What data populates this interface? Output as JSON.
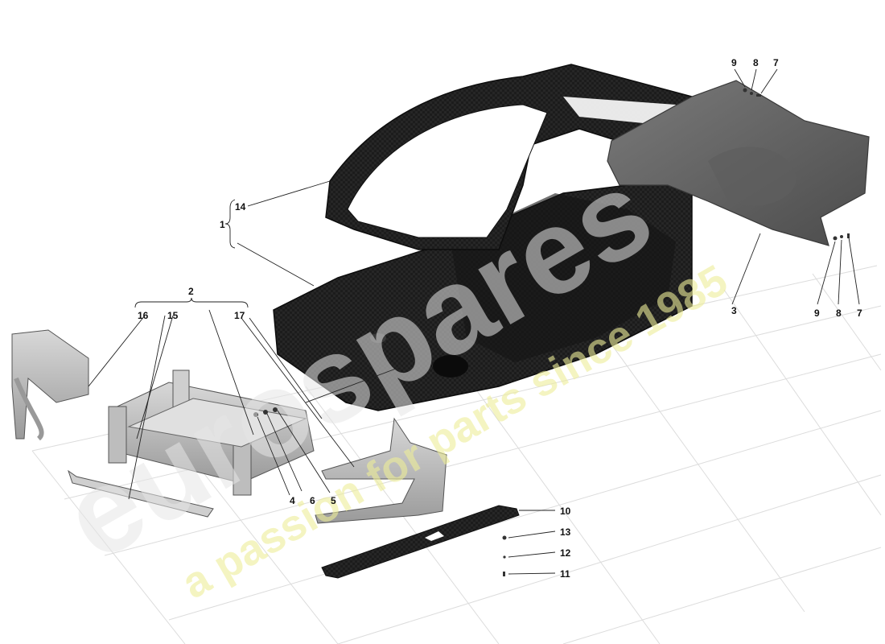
{
  "diagram": {
    "callouts": {
      "c1": "1",
      "c2": "2",
      "c3": "3",
      "c4": "4",
      "c5": "5",
      "c6": "6",
      "c7a": "7",
      "c7b": "7",
      "c8a": "8",
      "c8b": "8",
      "c9a": "9",
      "c9b": "9",
      "c10": "10",
      "c11": "11",
      "c12": "12",
      "c13": "13",
      "c14": "14",
      "c15": "15",
      "c16": "16",
      "c17": "17"
    },
    "watermark": {
      "brand": "eurospares",
      "tagline": "a passion for parts since 1985"
    }
  }
}
